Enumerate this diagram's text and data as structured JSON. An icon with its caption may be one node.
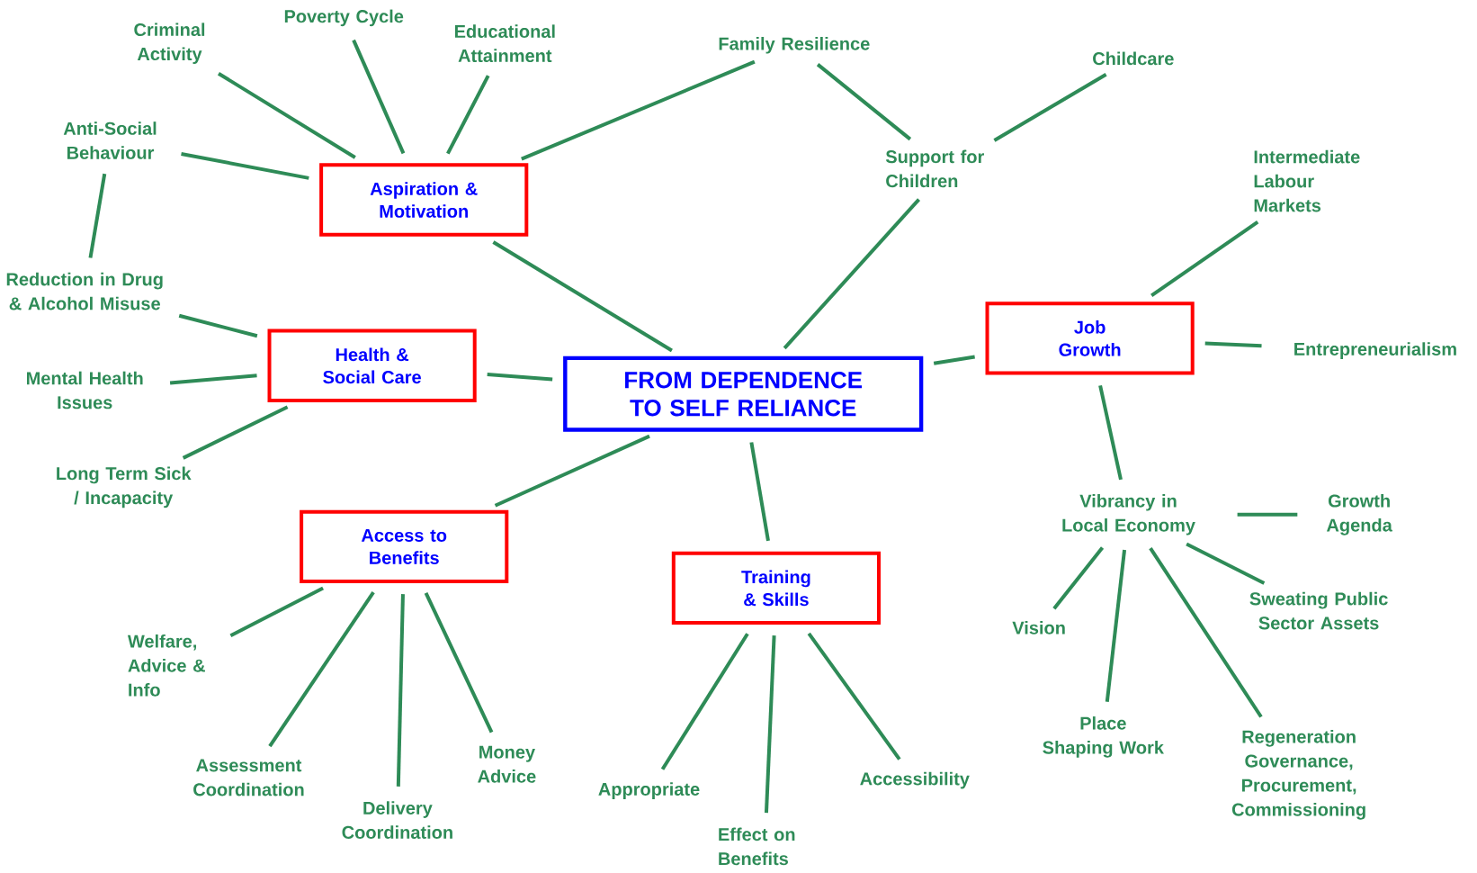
{
  "diagram": {
    "nodes": [
      {
        "text": [
          "FROM DEPENDENCE TO SELF RELIANCE"
        ]
      },
      {
        "text": [
          "Aspiration & Motivation"
        ]
      },
      {
        "text": [
          "Health & Social Care"
        ]
      },
      {
        "text": [
          "Access to Benefits"
        ]
      },
      {
        "text": [
          "Training & Skills"
        ]
      },
      {
        "text": [
          "Job Growth"
        ]
      },
      {
        "text": [
          "Criminal Activity"
        ]
      },
      {
        "text": [
          "Poverty Cycle"
        ]
      },
      {
        "text": [
          "Educational Attainment"
        ]
      },
      {
        "text": [
          "Anti-Social Behaviour"
        ]
      },
      {
        "text": [
          "Reduction in Drug & Alcohol Misuse"
        ]
      },
      {
        "text": [
          "Mental Health Issues"
        ]
      },
      {
        "text": [
          "Long Term Sick / Incapacity"
        ]
      },
      {
        "text": [
          "Family Resilience"
        ]
      },
      {
        "text": [
          "Childcare"
        ]
      },
      {
        "text": [
          "Support for Children"
        ]
      },
      {
        "text": [
          "Intermediate Labour Markets"
        ]
      },
      {
        "text": [
          "Entrepreneurialism"
        ]
      },
      {
        "text": [
          "Vibrancy in Local Economy"
        ]
      },
      {
        "text": [
          "Growth Agenda"
        ]
      },
      {
        "text": [
          "Vision"
        ]
      },
      {
        "text": [
          "Sweating Public Sector Assets"
        ]
      },
      {
        "text": [
          "Place Shaping Work"
        ]
      },
      {
        "text": [
          "Regeneration Governance, Procurement, Commissioning"
        ]
      },
      {
        "text": [
          "Welfare, Advice & Info"
        ]
      },
      {
        "text": [
          "Assessment Coordination"
        ]
      },
      {
        "text": [
          "Delivery Coordination"
        ]
      },
      {
        "text": [
          "Money Advice"
        ]
      },
      {
        "text": [
          "Appropriate"
        ]
      },
      {
        "text": [
          "Effect on Benefits"
        ]
      },
      {
        "text": [
          "Accessibility"
        ]
      }
    ],
    "edges": [
      {
        "from": 1,
        "to": 0,
        "arrow": "none"
      },
      {
        "from": 2,
        "to": 0,
        "arrow": "none"
      },
      {
        "from": 3,
        "to": 0,
        "arrow": "none"
      },
      {
        "from": 4,
        "to": 0,
        "arrow": "none"
      },
      {
        "from": 5,
        "to": 0,
        "arrow": "none"
      },
      {
        "from": 15,
        "to": 0,
        "arrow": "none"
      },
      {
        "from": 13,
        "to": 1,
        "arrow": "none"
      },
      {
        "from": 6,
        "to": 1,
        "arrow": "none"
      },
      {
        "from": 7,
        "to": 1,
        "arrow": "none"
      },
      {
        "from": 8,
        "to": 1,
        "arrow": "none"
      },
      {
        "from": 9,
        "to": 1,
        "arrow": "none"
      },
      {
        "from": 9,
        "to": 10,
        "arrow": "none"
      },
      {
        "from": 10,
        "to": 2,
        "arrow": "none"
      },
      {
        "from": 11,
        "to": 2,
        "arrow": "none"
      },
      {
        "from": 12,
        "to": 2,
        "arrow": "none"
      },
      {
        "from": 13,
        "to": 15,
        "arrow": "none"
      },
      {
        "from": 14,
        "to": 15,
        "arrow": "none"
      },
      {
        "from": 16,
        "to": 5,
        "arrow": "none"
      },
      {
        "from": 17,
        "to": 5,
        "arrow": "none"
      },
      {
        "from": 5,
        "to": 18,
        "arrow": "none"
      },
      {
        "from": 19,
        "to": 18,
        "arrow": "none"
      },
      {
        "from": 20,
        "to": 18,
        "arrow": "none"
      },
      {
        "from": 21,
        "to": 18,
        "arrow": "none"
      },
      {
        "from": 22,
        "to": 18,
        "arrow": "none"
      },
      {
        "from": 23,
        "to": 18,
        "arrow": "none"
      },
      {
        "from": 24,
        "to": 3,
        "arrow": "none"
      },
      {
        "from": 25,
        "to": 3,
        "arrow": "none"
      },
      {
        "from": 26,
        "to": 3,
        "arrow": "none"
      },
      {
        "from": 27,
        "to": 3,
        "arrow": "none"
      },
      {
        "from": 28,
        "to": 4,
        "arrow": "none"
      },
      {
        "from": 29,
        "to": 4,
        "arrow": "none"
      },
      {
        "from": 30,
        "to": 4,
        "arrow": "none"
      }
    ]
  }
}
